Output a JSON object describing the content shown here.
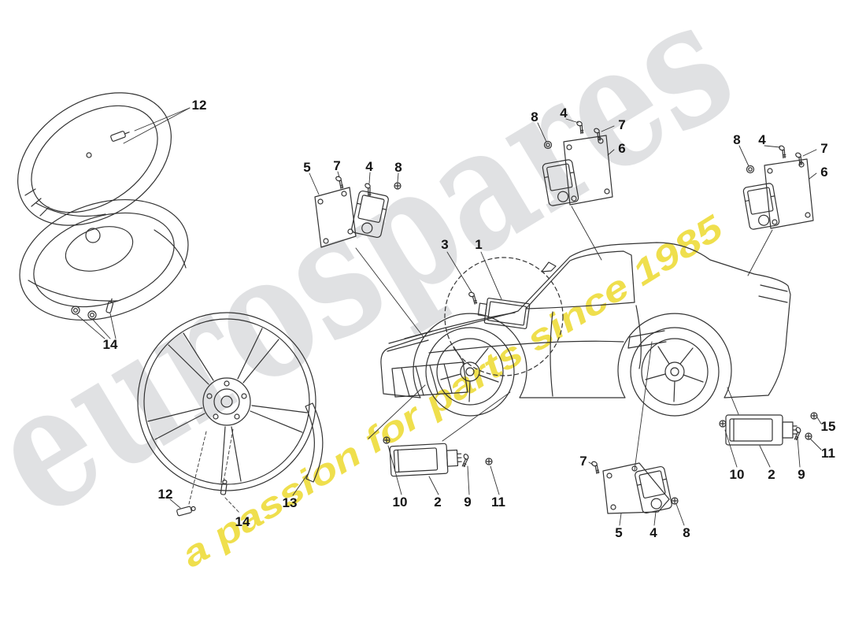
{
  "watermark": {
    "brand": "eurospares",
    "tagline": "a passion for parts since 1985",
    "brand_color": "#c7cacd",
    "tagline_color": "#eedc3a"
  },
  "line_color": "#333333",
  "callouts": [
    {
      "id": "tyre-top-12",
      "label": "12"
    },
    {
      "id": "valve-left-14",
      "label": "14"
    },
    {
      "id": "tl-5",
      "label": "5"
    },
    {
      "id": "tl-7",
      "label": "7"
    },
    {
      "id": "tl-4",
      "label": "4"
    },
    {
      "id": "tl-8",
      "label": "8"
    },
    {
      "id": "tc-8",
      "label": "8"
    },
    {
      "id": "tc-4",
      "label": "4"
    },
    {
      "id": "tc-7",
      "label": "7"
    },
    {
      "id": "tc-6",
      "label": "6"
    },
    {
      "id": "tr-8",
      "label": "8"
    },
    {
      "id": "tr-4",
      "label": "4"
    },
    {
      "id": "tr-7",
      "label": "7"
    },
    {
      "id": "tr-6",
      "label": "6"
    },
    {
      "id": "car-3",
      "label": "3"
    },
    {
      "id": "car-1",
      "label": "1"
    },
    {
      "id": "wheel-12",
      "label": "12"
    },
    {
      "id": "wheel-14",
      "label": "14"
    },
    {
      "id": "strip-13",
      "label": "13"
    },
    {
      "id": "bc-10",
      "label": "10"
    },
    {
      "id": "bc-2",
      "label": "2"
    },
    {
      "id": "bc-9",
      "label": "9"
    },
    {
      "id": "bc-11",
      "label": "11"
    },
    {
      "id": "r-15",
      "label": "15"
    },
    {
      "id": "r-11",
      "label": "11"
    },
    {
      "id": "r-10",
      "label": "10"
    },
    {
      "id": "r-2",
      "label": "2"
    },
    {
      "id": "r-9",
      "label": "9"
    },
    {
      "id": "br-7",
      "label": "7"
    },
    {
      "id": "br-5",
      "label": "5"
    },
    {
      "id": "br-4",
      "label": "4"
    },
    {
      "id": "br-8",
      "label": "8"
    }
  ]
}
